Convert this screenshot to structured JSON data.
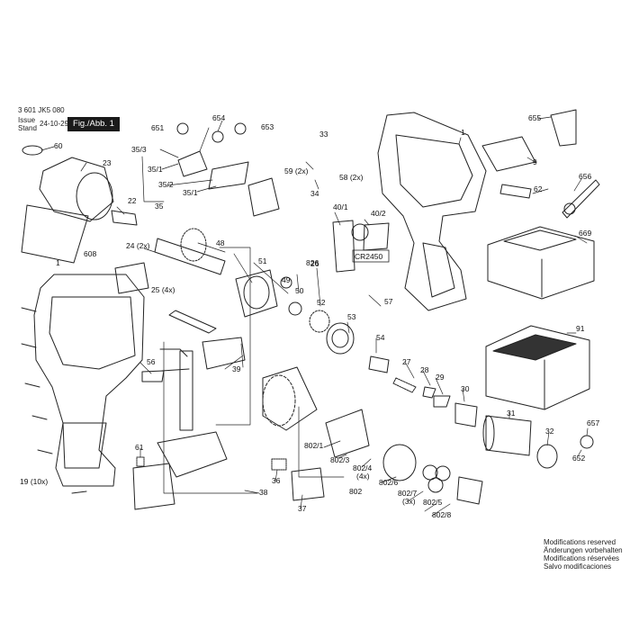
{
  "header": {
    "part_number": "3 601 JK5 080",
    "issue_label": "Issue",
    "stand_label": "Stand",
    "date": "24-10-29",
    "figure": "Fig./Abb. 1"
  },
  "parts": [
    {
      "id": "p1a",
      "label": "1"
    },
    {
      "id": "p1b",
      "label": "1"
    },
    {
      "id": "p9",
      "label": "9"
    },
    {
      "id": "p19",
      "label": "19 (10x)"
    },
    {
      "id": "p22",
      "label": "22"
    },
    {
      "id": "p23",
      "label": "23"
    },
    {
      "id": "p24",
      "label": "24 (2x)"
    },
    {
      "id": "p25",
      "label": "25 (4x)"
    },
    {
      "id": "p26",
      "label": "26"
    },
    {
      "id": "p27",
      "label": "27"
    },
    {
      "id": "p28",
      "label": "28"
    },
    {
      "id": "p29",
      "label": "29"
    },
    {
      "id": "p30",
      "label": "30"
    },
    {
      "id": "p31",
      "label": "31"
    },
    {
      "id": "p32",
      "label": "32"
    },
    {
      "id": "p33",
      "label": "33"
    },
    {
      "id": "p34",
      "label": "34"
    },
    {
      "id": "p35",
      "label": "35"
    },
    {
      "id": "p35_1",
      "label": "35/1"
    },
    {
      "id": "p35_1b",
      "label": "35/1"
    },
    {
      "id": "p35_2",
      "label": "35/2"
    },
    {
      "id": "p35_3",
      "label": "35/3"
    },
    {
      "id": "p36",
      "label": "36"
    },
    {
      "id": "p37",
      "label": "37"
    },
    {
      "id": "p38",
      "label": "38"
    },
    {
      "id": "p39",
      "label": "39"
    },
    {
      "id": "p40_1",
      "label": "40/1"
    },
    {
      "id": "p40_2",
      "label": "40/2"
    },
    {
      "id": "p48",
      "label": "48"
    },
    {
      "id": "p49",
      "label": "49"
    },
    {
      "id": "p50",
      "label": "50"
    },
    {
      "id": "p51",
      "label": "51"
    },
    {
      "id": "p52",
      "label": "52"
    },
    {
      "id": "p53",
      "label": "53"
    },
    {
      "id": "p54",
      "label": "54"
    },
    {
      "id": "p56",
      "label": "56"
    },
    {
      "id": "p57",
      "label": "57"
    },
    {
      "id": "p58",
      "label": "58 (2x)"
    },
    {
      "id": "p59",
      "label": "59 (2x)"
    },
    {
      "id": "p60",
      "label": "60"
    },
    {
      "id": "p61",
      "label": "61"
    },
    {
      "id": "p62",
      "label": "62"
    },
    {
      "id": "p91",
      "label": "91"
    },
    {
      "id": "p608",
      "label": "608"
    },
    {
      "id": "p651",
      "label": "651"
    },
    {
      "id": "p652",
      "label": "652"
    },
    {
      "id": "p653",
      "label": "653"
    },
    {
      "id": "p654",
      "label": "654"
    },
    {
      "id": "p655",
      "label": "655"
    },
    {
      "id": "p656",
      "label": "656"
    },
    {
      "id": "p657",
      "label": "657"
    },
    {
      "id": "p669",
      "label": "669"
    },
    {
      "id": "p802",
      "label": "802"
    },
    {
      "id": "p802_1",
      "label": "802/1"
    },
    {
      "id": "p802_3",
      "label": "802/3"
    },
    {
      "id": "p802_4",
      "label": "802/4"
    },
    {
      "id": "p802_4q",
      "label": "(4x)"
    },
    {
      "id": "p802_5",
      "label": "802/5"
    },
    {
      "id": "p802_6",
      "label": "802/6"
    },
    {
      "id": "p802_7",
      "label": "802/7"
    },
    {
      "id": "p802_7q",
      "label": "(3x)"
    },
    {
      "id": "p802_8",
      "label": "802/8"
    },
    {
      "id": "p826",
      "label": "826"
    },
    {
      "id": "cr2450",
      "label": "CR2450"
    }
  ],
  "notice": [
    "Modifications reserved",
    "Änderungen vorbehalten",
    "Modifications réservées",
    "Salvo modificaciones"
  ]
}
